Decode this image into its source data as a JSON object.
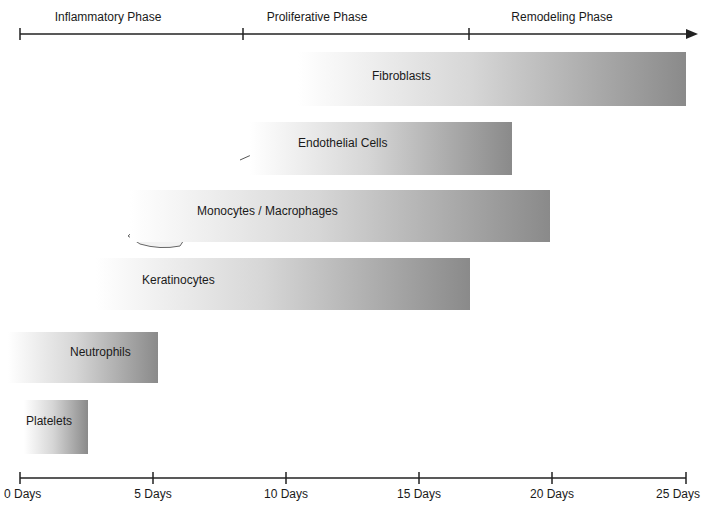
{
  "diagram": {
    "nodes": [
      {
        "text": [
          "Fibroblasts"
        ]
      },
      {
        "text": [
          "Endothelial Cells"
        ]
      },
      {
        "text": [
          "Monocytes / Macrophages"
        ]
      },
      {
        "text": [
          "Keratinocytes"
        ]
      },
      {
        "text": [
          "Neutrophils"
        ]
      },
      {
        "text": [
          "Platelets"
        ]
      }
    ],
    "labels": [
      "Inflammatory Phase",
      "Proliferative Phase",
      "Remodeling Phase",
      "0 Days",
      "5 Days",
      "10 Days",
      "15 Days",
      "20 Days",
      "25 Days"
    ]
  }
}
